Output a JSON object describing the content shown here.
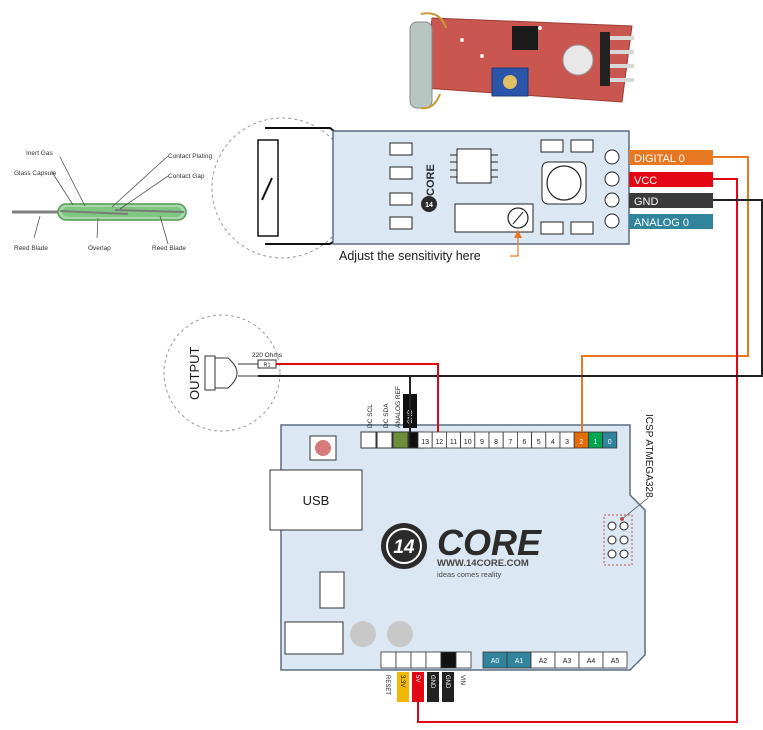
{
  "colors": {
    "wire_orange": "#e87722",
    "wire_red": "#e30613",
    "wire_black": "#222222",
    "pin_teal": "#31849b",
    "pin_orange": "#e46c0a",
    "pin_green": "#00a650",
    "board_fill": "#dbe8f4",
    "board_stroke": "#5a6e82",
    "pcb_red": "#c0504d",
    "reed_green": "#6fbf73"
  },
  "reed_switch": {
    "labels": {
      "inert_gas": "Inert Gas",
      "glass_capsule": "Glass Capsule",
      "contact_plating": "Contact Plating",
      "contact_gap": "Contact Gap",
      "reed_blade_left": "Reed Blade",
      "overlap": "Overlap",
      "reed_blade_right": "Reed Blade"
    }
  },
  "sensor_module": {
    "logo_text": "CORE",
    "logo_badge": "14",
    "adjust_note": "Adjust the sensitivity here",
    "pins": [
      {
        "label": "DIGITAL 0",
        "color": "#e87722"
      },
      {
        "label": "VCC",
        "color": "#e30613"
      },
      {
        "label": "GND",
        "color": "#3a3a3a"
      },
      {
        "label": "ANALOG 0",
        "color": "#31849b"
      }
    ]
  },
  "output": {
    "label": "OUTPUT",
    "resistor_value": "220 Ohms",
    "resistor_ref": "R1"
  },
  "arduino": {
    "usb_label": "USB",
    "icsp_label": "ICSP ATMEGA328",
    "logo_badge": "14",
    "logo_text": "CORE",
    "logo_url": "WWW.14CORE.COM",
    "logo_tagline": "ideas comes reality",
    "top_header_labels": [
      {
        "label": "DC SCL"
      },
      {
        "label": "DC SDA"
      },
      {
        "label": "ANALOG REF"
      },
      {
        "label": "GND"
      }
    ],
    "digital_pins": [
      "13",
      "12",
      "11",
      "10",
      "9",
      "8",
      "7",
      "6",
      "5",
      "4",
      "3",
      "2",
      "1",
      "0"
    ],
    "analog_pins": [
      "A0",
      "A1",
      "A2",
      "A3",
      "A4",
      "A5"
    ],
    "power_labels": [
      "RESET",
      "3.3V",
      "5V",
      "GND",
      "GND",
      "VIN"
    ]
  }
}
